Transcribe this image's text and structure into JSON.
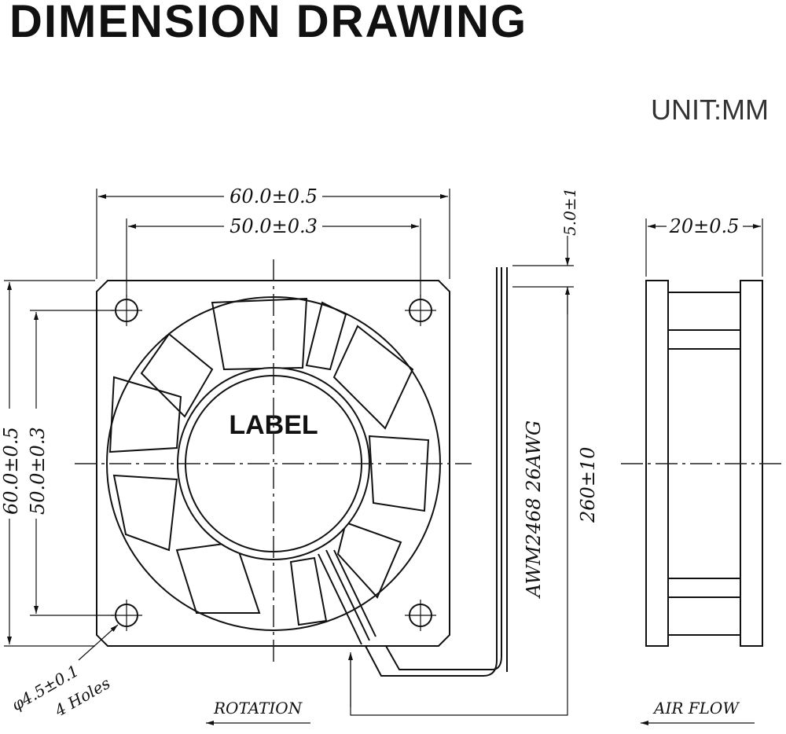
{
  "header": {
    "title": "DIMENSION DRAWING",
    "unit": "UNIT:MM"
  },
  "front_view": {
    "width_outer": "60.0±0.5",
    "width_holes": "50.0±0.3",
    "height_outer": "60.0±0.5",
    "height_holes": "50.0±0.3",
    "hub_label": "LABEL",
    "hole_callout": "φ4.5±0.1",
    "hole_count": "4 Holes",
    "rotation_label": "ROTATION"
  },
  "wire": {
    "spec": "AWM2468 26AWG",
    "strip_length": "5.0±1",
    "length": "260±10"
  },
  "side_view": {
    "thickness": "20±0.5",
    "airflow_label": "AIR FLOW"
  }
}
